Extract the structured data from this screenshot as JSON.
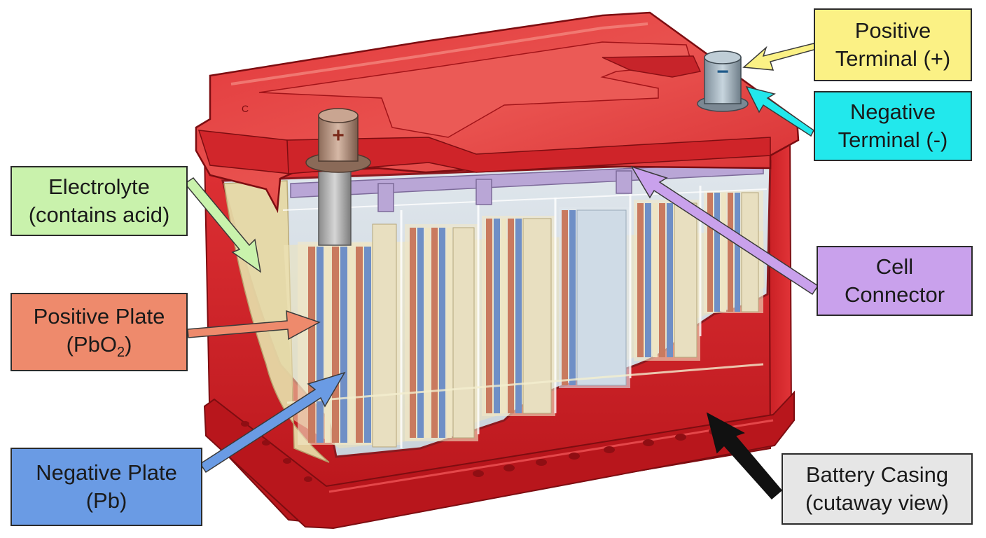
{
  "labels": {
    "positive_terminal": {
      "line1": "Positive",
      "line2": "Terminal (+)",
      "color": "#fbf185"
    },
    "negative_terminal": {
      "line1": "Negative",
      "line2": "Terminal (-)",
      "color": "#22e8ec"
    },
    "electrolyte": {
      "line1": "Electrolyte",
      "line2": "(contains acid)",
      "color": "#c9f2ac"
    },
    "positive_plate": {
      "line1": "Positive Plate",
      "line2_pre": "(PbO",
      "line2_sub": "2",
      "line2_post": ")",
      "color": "#ee8a6c"
    },
    "negative_plate": {
      "line1": "Negative Plate",
      "line2": "(Pb)",
      "color": "#6a9be4"
    },
    "cell_connector": {
      "line1": "Cell",
      "line2": "Connector",
      "color": "#c9a1ec"
    },
    "battery_casing": {
      "line1": "Battery Casing",
      "line2": "(cutaway view)",
      "color": "#e6e6e6"
    }
  },
  "terminals": {
    "positive_symbol": "+",
    "negative_symbol": "−"
  },
  "colors": {
    "casing": "#d8262b",
    "casing_dark": "#a81218",
    "lid": "#e23a3a",
    "electrolyte": "#e9e0b5",
    "plate_positive": "#c97a5f",
    "plate_negative": "#6f8fc6",
    "separator": "#eee5c4",
    "connector": "#b9a6d6",
    "arrow_black": "#111111"
  }
}
